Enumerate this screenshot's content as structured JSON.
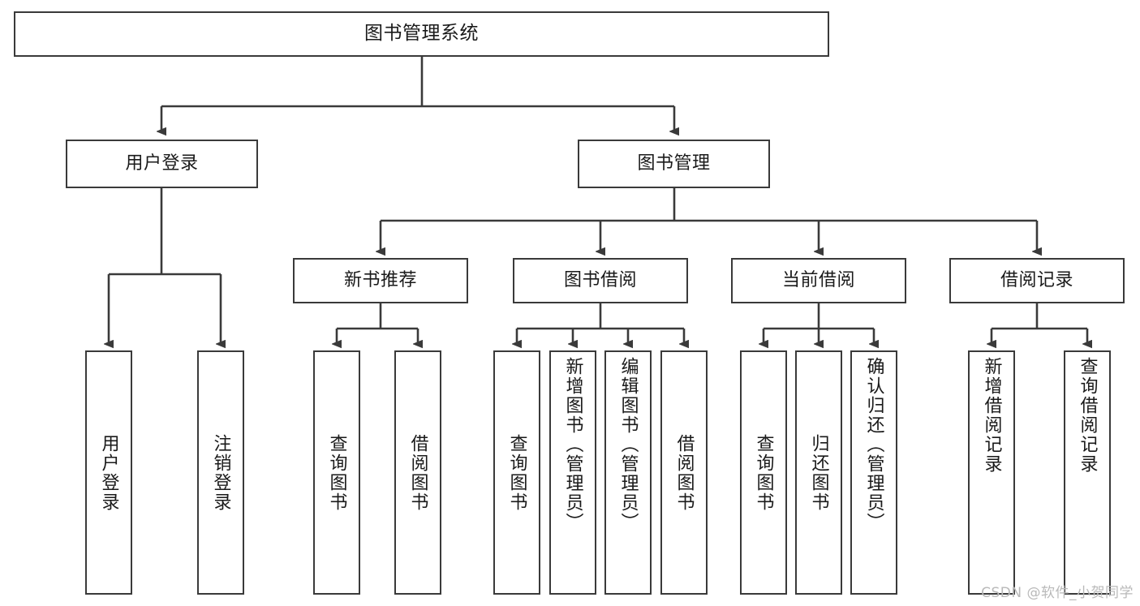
{
  "diagram": {
    "type": "tree",
    "title": "图书管理系统",
    "root": {
      "label": "图书管理系统"
    },
    "level2": [
      {
        "label": "用户登录"
      },
      {
        "label": "图书管理"
      }
    ],
    "level3": [
      {
        "label": "新书推荐"
      },
      {
        "label": "图书借阅"
      },
      {
        "label": "当前借阅"
      },
      {
        "label": "借阅记录"
      }
    ],
    "leaves": {
      "user_login": [
        {
          "label": "用户登录"
        },
        {
          "label": "注销登录"
        }
      ],
      "new_book_recommend": [
        {
          "label": "查询图书"
        },
        {
          "label": "借阅图书"
        }
      ],
      "book_borrow": [
        {
          "label": "查询图书"
        },
        {
          "label": "新增图书（管理员）"
        },
        {
          "label": "编辑图书（管理员）"
        },
        {
          "label": "借阅图书"
        }
      ],
      "current_borrow": [
        {
          "label": "查询图书"
        },
        {
          "label": "归还图书"
        },
        {
          "label": "确认归还（管理员）"
        }
      ],
      "borrow_record": [
        {
          "label": "新增借阅记录"
        },
        {
          "label": "查询借阅记录"
        }
      ]
    }
  },
  "watermark": {
    "text": "CSDN @软件_小贺同学"
  },
  "colors": {
    "stroke": "#3a3a3a",
    "text": "#1a1a1a",
    "background": "#ffffff",
    "watermark": "#b9b9b9"
  }
}
